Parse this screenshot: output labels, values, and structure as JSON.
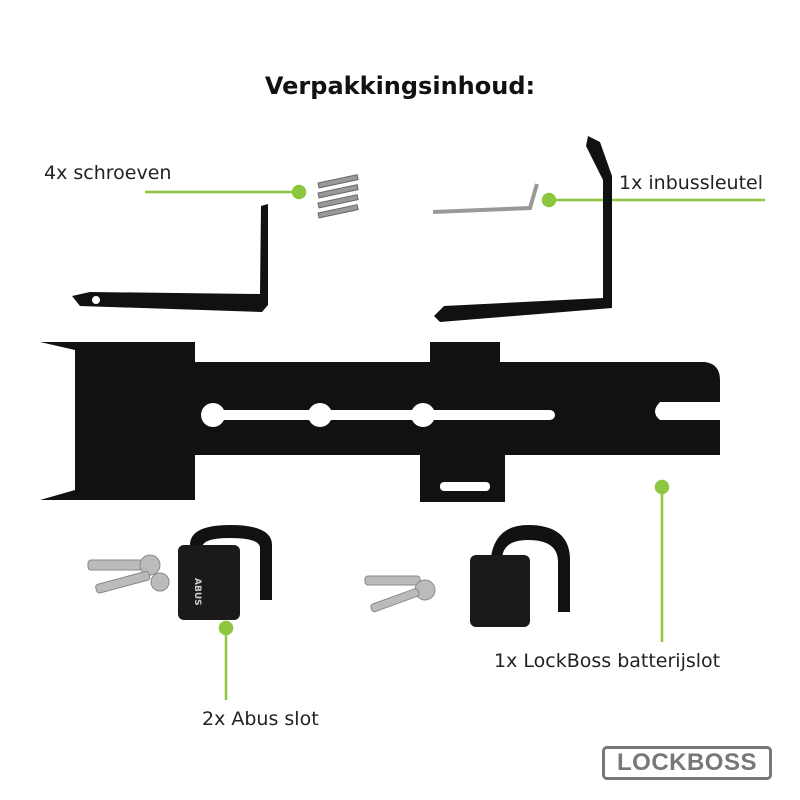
{
  "title": "Verpakkingsinhoud:",
  "labels": {
    "screws": "4x schroeven",
    "hex_key": "1x inbussleutel",
    "battery_lock": "1x LockBoss batterijslot",
    "padlocks": "2x Abus slot"
  },
  "logo": "LOCKBOSS",
  "padlock_brand": "ABUS",
  "colors": {
    "accent": "#8dc63f",
    "product": "#111111",
    "logo": "#777777"
  }
}
